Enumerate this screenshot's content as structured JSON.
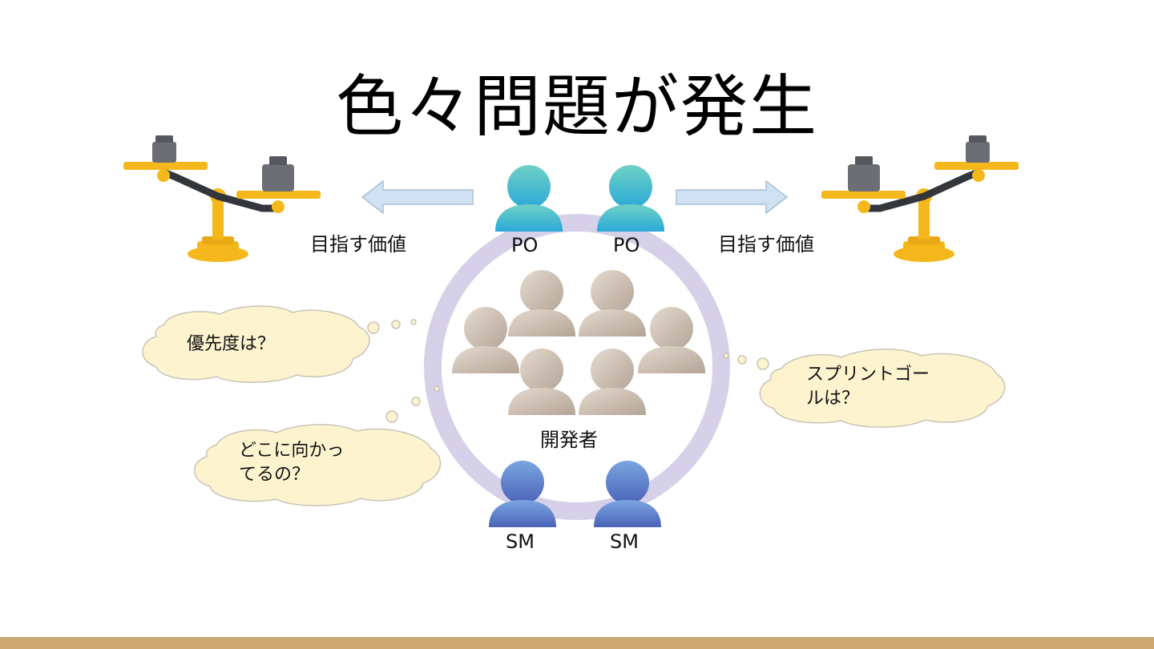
{
  "slide": {
    "title": "色々問題が発生",
    "roles": {
      "po_left": "PO",
      "po_right": "PO",
      "developers": "開発者",
      "sm_left": "SM",
      "sm_right": "SM"
    },
    "arrow_labels": {
      "left": "目指す価値",
      "right": "目指す価値"
    },
    "thought_bubbles": {
      "priority": "優先度は？",
      "direction_line1": "どこに向かっ",
      "direction_line2": "てるの？",
      "sprint_goal_line1": "スプリントゴー",
      "sprint_goal_line2": "ルは？"
    }
  },
  "colors": {
    "po_gradient": [
      "#6fd1c4",
      "#2aa9d8"
    ],
    "sm_gradient": [
      "#7aa6e0",
      "#4b63b8"
    ],
    "dev_gradient": [
      "#e2d6c8",
      "#b7a89a"
    ],
    "ring": "#d6d0e8",
    "bubble_fill": "#fdf4cf",
    "bubble_stroke": "#c9c3b6",
    "arrow_fill": "#d0e1f2",
    "arrow_stroke": "#a9bfd6",
    "scale_yellow": "#f4b81c",
    "scale_gray": "#6b6e74",
    "footer": "#cda873"
  },
  "icons": [
    "balance-scale-icon",
    "person-icon",
    "thought-bubble-icon",
    "arrow-icon"
  ]
}
